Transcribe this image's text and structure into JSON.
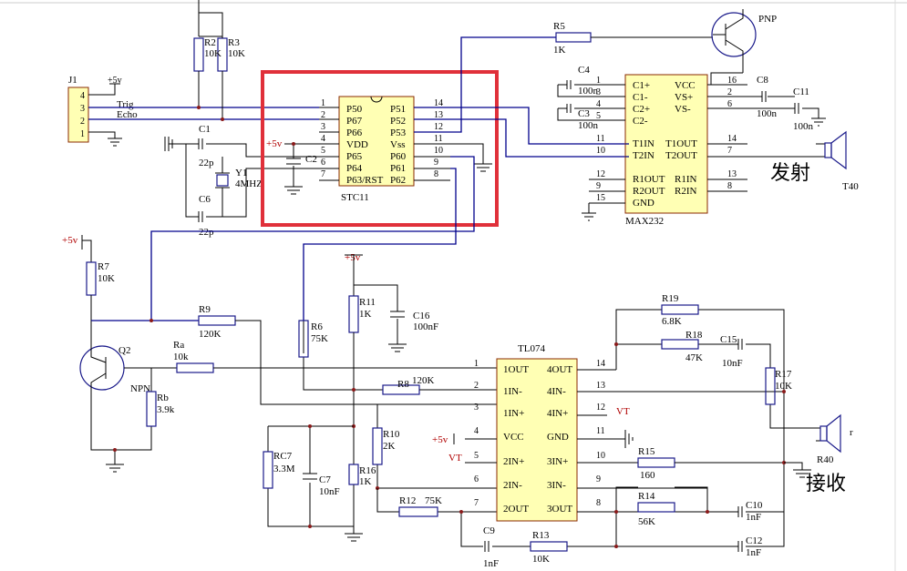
{
  "j1": {
    "ref": "J1",
    "pins": [
      "4",
      "3",
      "2",
      "1"
    ],
    "vcc": "+5v",
    "trig": "Trig",
    "echo": "Echo"
  },
  "stc": {
    "ref": "STC11",
    "left_pins": [
      {
        "num": "1",
        "name": "P50"
      },
      {
        "num": "2",
        "name": "P67"
      },
      {
        "num": "3",
        "name": "P66"
      },
      {
        "num": "4",
        "name": "VDD"
      },
      {
        "num": "5",
        "name": "P65"
      },
      {
        "num": "6",
        "name": "P64"
      },
      {
        "num": "7",
        "name": "P63/RST"
      }
    ],
    "right_pins": [
      {
        "num": "14",
        "name": "P51"
      },
      {
        "num": "13",
        "name": "P52"
      },
      {
        "num": "12",
        "name": "P53"
      },
      {
        "num": "11",
        "name": "Vss"
      },
      {
        "num": "10",
        "name": "P60"
      },
      {
        "num": "9",
        "name": "P61"
      },
      {
        "num": "8",
        "name": "P62"
      }
    ]
  },
  "max": {
    "ref": "MAX232",
    "left_pins": [
      {
        "num": "1",
        "name": "C1+"
      },
      {
        "num": "3",
        "name": "C1-"
      },
      {
        "num": "4",
        "name": "C2+"
      },
      {
        "num": "5",
        "name": "C2-"
      },
      {
        "num": "11",
        "name": "T1IN"
      },
      {
        "num": "10",
        "name": "T2IN"
      },
      {
        "num": "12",
        "name": "R1OUT"
      },
      {
        "num": "9",
        "name": "R2OUT"
      },
      {
        "num": "15",
        "name": "GND"
      }
    ],
    "right_pins": [
      {
        "num": "16",
        "name": "VCC"
      },
      {
        "num": "2",
        "name": "VS+"
      },
      {
        "num": "6",
        "name": "VS-"
      },
      {
        "num": "14",
        "name": "T1OUT"
      },
      {
        "num": "7",
        "name": "T2OUT"
      },
      {
        "num": "13",
        "name": "R1IN"
      },
      {
        "num": "8",
        "name": "R2IN"
      }
    ]
  },
  "tl": {
    "ref": "TL074",
    "left_pins": [
      {
        "num": "1",
        "name": "1OUT"
      },
      {
        "num": "2",
        "name": "1IN-"
      },
      {
        "num": "3",
        "name": "1IN+"
      },
      {
        "num": "4",
        "name": "VCC"
      },
      {
        "num": "5",
        "name": "2IN+"
      },
      {
        "num": "6",
        "name": "2IN-"
      },
      {
        "num": "7",
        "name": "2OUT"
      }
    ],
    "right_pins": [
      {
        "num": "14",
        "name": "4OUT"
      },
      {
        "num": "13",
        "name": "4IN-"
      },
      {
        "num": "12",
        "name": "4IN+"
      },
      {
        "num": "11",
        "name": "GND"
      },
      {
        "num": "10",
        "name": "3IN+"
      },
      {
        "num": "9",
        "name": "3IN-"
      },
      {
        "num": "8",
        "name": "3OUT"
      }
    ]
  },
  "labels": {
    "r2": "R2",
    "r2v": "10K",
    "r3": "R3",
    "r3v": "10K",
    "c1": "C1",
    "c1v": "22p",
    "c2": "C2",
    "y1": "Y1",
    "y1v": "4MHZ",
    "c6": "C6",
    "c6v": "22p",
    "vdd_src": "+5v",
    "pnp": "PNP",
    "r5": "R5",
    "r5v": "1K",
    "c4": "C4",
    "c4v": "100n",
    "c3": "C3",
    "c3v": "100n",
    "c8": "C8",
    "c8v": "100n",
    "c11": "C11",
    "c11v": "100n",
    "tx": "发射",
    "t40": "T40",
    "vcc1": "+5v",
    "r7": "R7",
    "r7v": "10K",
    "r9": "R9",
    "r9v": "120K",
    "ra": "Ra",
    "rav": "10k",
    "q2": "Q2",
    "npn": "NPN",
    "rb": "Rb",
    "rbv": "3.9k",
    "vcc2": "+5v",
    "r11": "R11",
    "r11v": "1K",
    "c16": "C16",
    "c16v": "100nF",
    "r6": "R6",
    "r6v": "75K",
    "r8": "R8",
    "r8v": "120K",
    "r10": "R10",
    "r10v": "2K",
    "rc7": "RC7",
    "rc7v": "3.3M",
    "c7": "C7",
    "c7v": "10nF",
    "r16": "R16",
    "r16v": "1K",
    "r12": "R12",
    "r12v": "75K",
    "c9": "C9",
    "c9v": "1nF",
    "r13": "R13",
    "r13v": "10K",
    "vt1": "VT",
    "vt2": "VT",
    "vcc3": "+5v",
    "r19": "R19",
    "r19v": "6.8K",
    "r18": "R18",
    "r18v": "47K",
    "c15": "C15",
    "c15v": "10nF",
    "r17": "R17",
    "r17v": "10K",
    "r15": "R15",
    "r15v": "160",
    "r14": "R14",
    "r14v": "56K",
    "c10": "C10",
    "c10v": "1nF",
    "c12": "C12",
    "c12v": "1nF",
    "r40": "R40",
    "r40s": "r",
    "rx": "接收"
  },
  "colors": {
    "chip_fill": "#ffffb4",
    "highlight": "#e0303a",
    "net": "#00008c"
  }
}
